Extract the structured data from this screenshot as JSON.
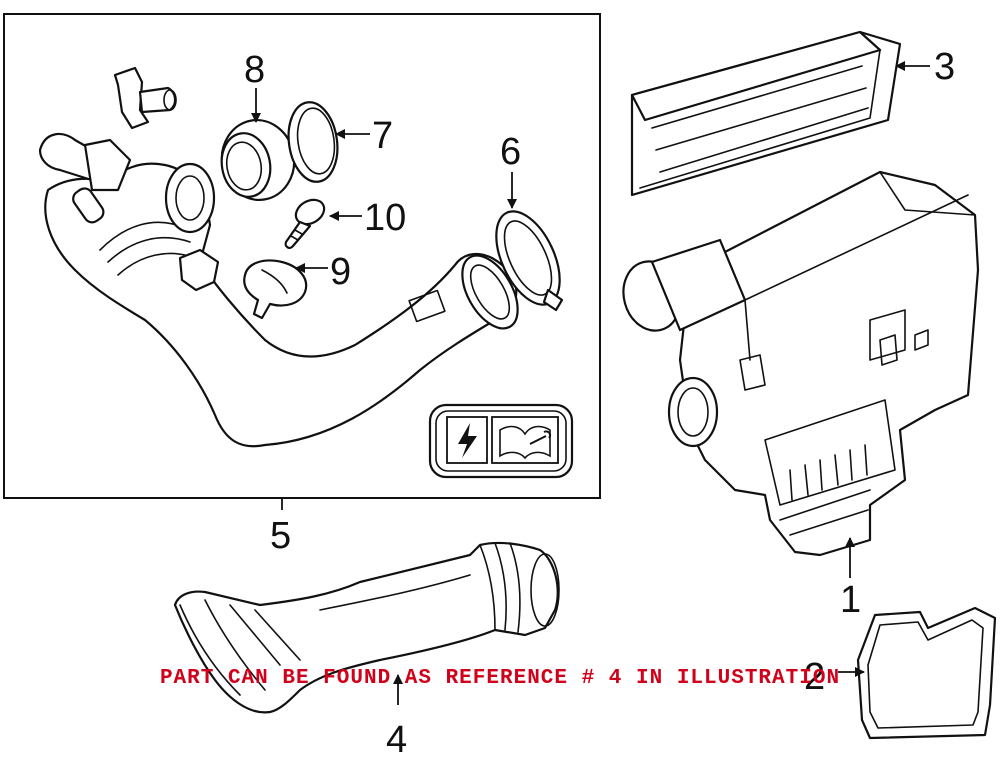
{
  "callouts": {
    "c1": "1",
    "c2": "2",
    "c3": "3",
    "c4": "4",
    "c5": "5",
    "c6": "6",
    "c7": "7",
    "c8": "8",
    "c9": "9",
    "c10": "10"
  },
  "banner": "PART CAN BE FOUND AS REFERENCE # 4 IN ILLUSTRATION",
  "colors": {
    "banner": "#d0021b",
    "line": "#111111",
    "background": "#ffffff"
  },
  "icons": [
    "warning-lightning-icon",
    "manual-wrench-icon"
  ]
}
